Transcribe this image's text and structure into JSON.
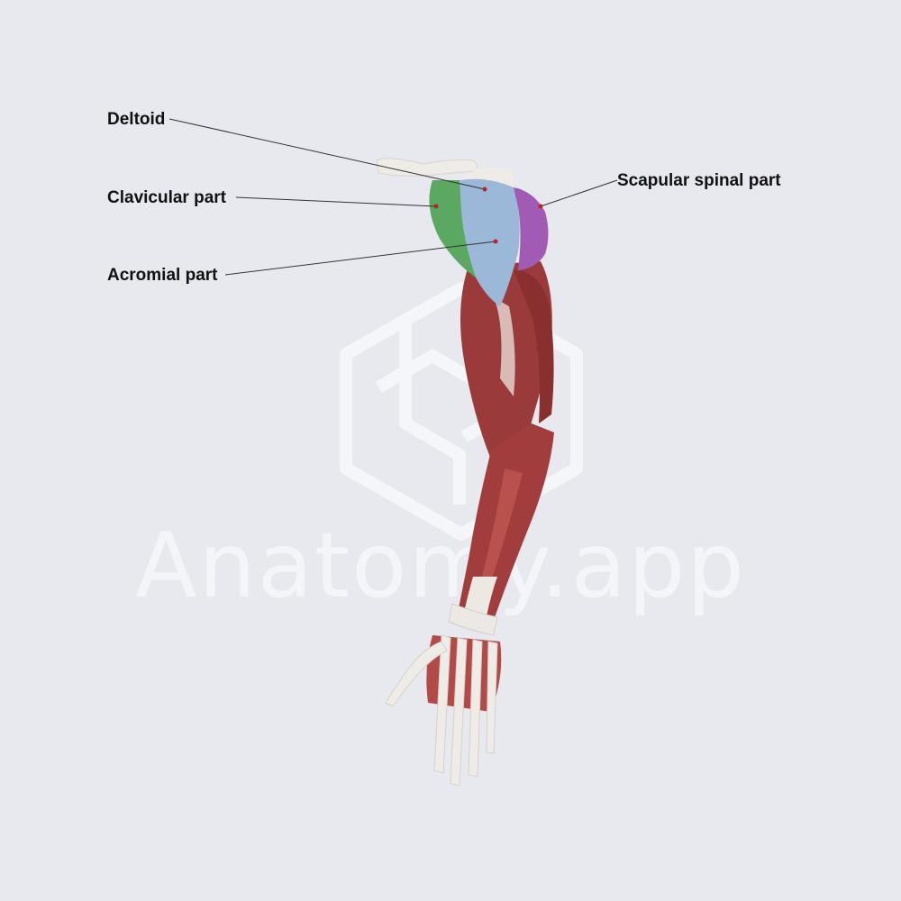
{
  "watermark": {
    "text": "Anatomy.app"
  },
  "labels": {
    "deltoid": "Deltoid",
    "clavicular_part": "Clavicular part",
    "acromial_part": "Acromial part",
    "scapular_spinal_part": "Scapular spinal part"
  },
  "colors": {
    "background": "#e8e9ef",
    "clavicular_part": "#5aa862",
    "acromial_part": "#9bb8d8",
    "scapular_spinal_part": "#a25bb4",
    "muscle": "#9b3a3a",
    "bone": "#ece8e2",
    "leader_line": "#333333",
    "marker_dot": "#b3262c"
  }
}
